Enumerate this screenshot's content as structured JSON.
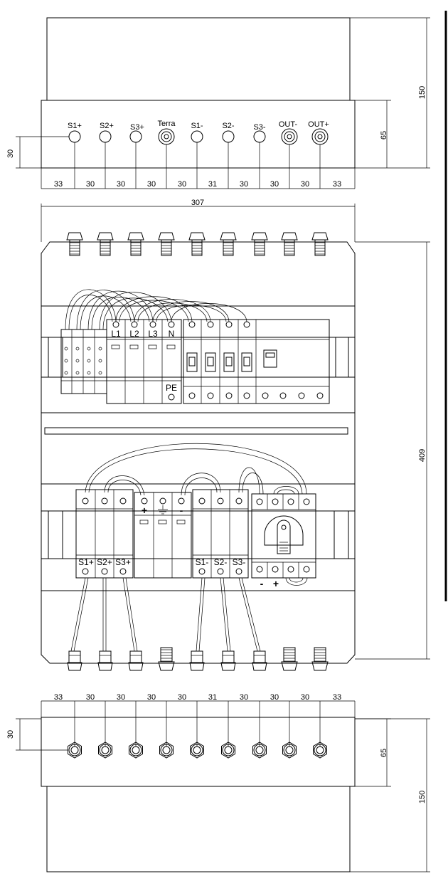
{
  "top_view": {
    "glands": [
      "S1+",
      "S2+",
      "S3+",
      "Terra",
      "S1-",
      "S2-",
      "S3-",
      "OUT-",
      "OUT+"
    ],
    "spacings": [
      "33",
      "30",
      "30",
      "30",
      "30",
      "31",
      "30",
      "30",
      "30",
      "33"
    ],
    "dim_height": "150",
    "dim_box": "65",
    "dim_offset": "30"
  },
  "front_view": {
    "dim_width": "307",
    "dim_height": "409",
    "ac_spd_labels": [
      "L1",
      "L2",
      "L3",
      "N"
    ],
    "ac_spd_pe": "PE",
    "dc_fuse_pos_labels": [
      "S1+",
      "S2+",
      "S3+"
    ],
    "dc_fuse_neg_labels": [
      "S1-",
      "S2-",
      "S3-"
    ],
    "dc_spd_labels": [
      "+",
      "-"
    ],
    "switch_labels": [
      "-",
      "+"
    ]
  },
  "bottom_view": {
    "spacings": [
      "33",
      "30",
      "30",
      "30",
      "30",
      "31",
      "30",
      "30",
      "30",
      "33"
    ],
    "dim_height": "150",
    "dim_box": "65",
    "dim_offset": "30"
  }
}
